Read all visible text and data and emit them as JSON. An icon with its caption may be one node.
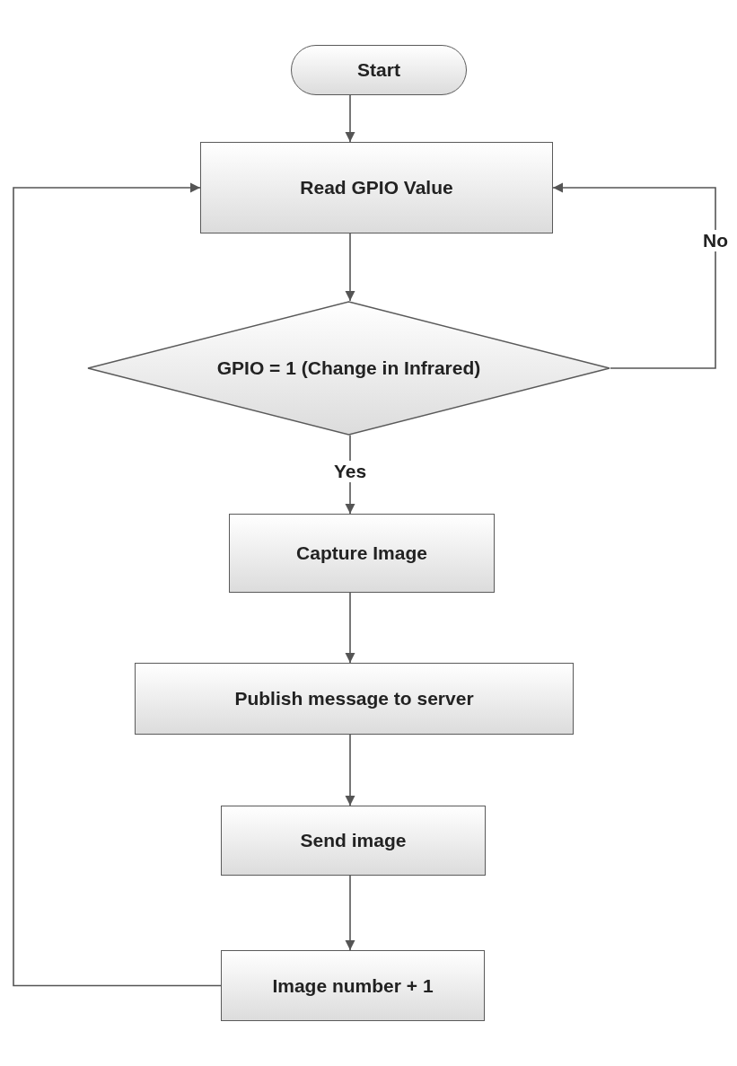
{
  "diagram": {
    "nodes": [
      {
        "text": [
          "Start"
        ]
      },
      {
        "text": [
          "Read GPIO Value"
        ]
      },
      {
        "text": [
          "GPIO = 1 (Change in Infrared)"
        ]
      },
      {
        "text": [
          "Capture Image"
        ]
      },
      {
        "text": [
          "Publish message to server"
        ]
      },
      {
        "text": [
          "Send image"
        ]
      },
      {
        "text": [
          "Image number + 1"
        ]
      }
    ],
    "edges": [
      {
        "from": 0,
        "to": 1,
        "arrow": "to"
      },
      {
        "from": 1,
        "to": 2,
        "arrow": "to"
      },
      {
        "from": 2,
        "to": 3,
        "arrow": "to",
        "label": "Yes"
      },
      {
        "from": 3,
        "to": 4,
        "arrow": "to"
      },
      {
        "from": 4,
        "to": 5,
        "arrow": "to"
      },
      {
        "from": 5,
        "to": 6,
        "arrow": "to"
      },
      {
        "from": 6,
        "to": 1,
        "arrow": "to"
      },
      {
        "from": 2,
        "to": 1,
        "arrow": "to",
        "label": "No"
      }
    ]
  }
}
